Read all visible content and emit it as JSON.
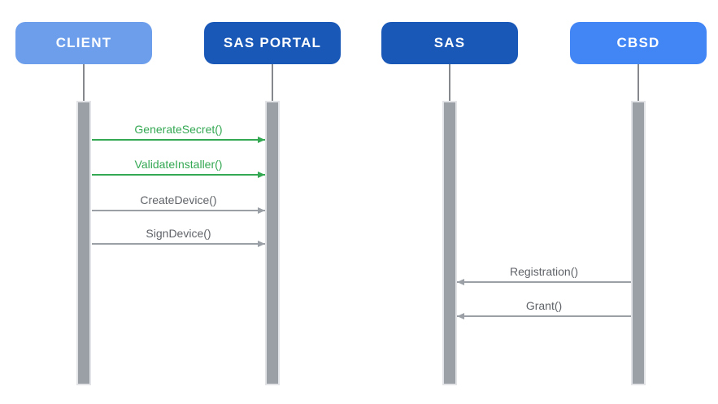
{
  "diagram": {
    "type": "sequence-diagram",
    "background": "#FFFFFF",
    "participants": [
      {
        "label": "CLIENT",
        "color": "#6D9EEB"
      },
      {
        "label": "SAS PORTAL",
        "color": "#1A58B8"
      },
      {
        "label": "SAS",
        "color": "#1A58B8"
      },
      {
        "label": "CBSD",
        "color": "#4285F4"
      }
    ],
    "messages": [
      {
        "label": "GenerateSecret()",
        "from": "CLIENT",
        "to": "SAS PORTAL",
        "direction": "right",
        "color": "#34A853"
      },
      {
        "label": "ValidateInstaller()",
        "from": "CLIENT",
        "to": "SAS PORTAL",
        "direction": "right",
        "color": "#34A853"
      },
      {
        "label": "CreateDevice()",
        "from": "CLIENT",
        "to": "SAS PORTAL",
        "direction": "right",
        "color": "#5F6368"
      },
      {
        "label": "SignDevice()",
        "from": "CLIENT",
        "to": "SAS PORTAL",
        "direction": "right",
        "color": "#5F6368"
      },
      {
        "label": "Registration()",
        "from": "CBSD",
        "to": "SAS",
        "direction": "left",
        "color": "#5F6368"
      },
      {
        "label": "Grant()",
        "from": "CBSD",
        "to": "SAS",
        "direction": "left",
        "color": "#5F6368"
      }
    ],
    "colors": {
      "lifeline_stem": "#85898D",
      "activation_fill": "#9AA0A6",
      "activation_border": "#E2E4E7",
      "arrow_gray": "#9AA0A6",
      "arrow_green": "#34A853",
      "label_gray": "#5F6368"
    }
  }
}
